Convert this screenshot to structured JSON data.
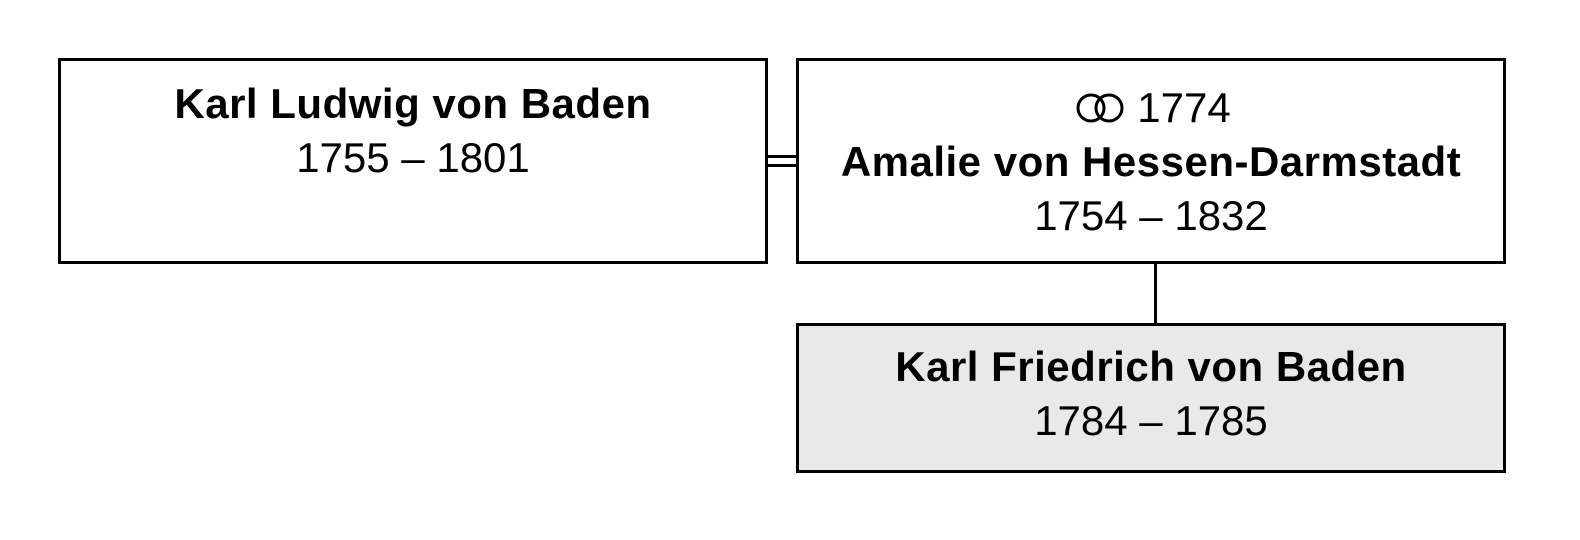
{
  "persons": {
    "father": {
      "name": "Karl Ludwig von Baden",
      "dates": "1755 – 1801"
    },
    "mother": {
      "marriage_year": "1774",
      "name": "Amalie von Hessen-Darmstadt",
      "dates": "1754 – 1832"
    },
    "child": {
      "name": "Karl Friedrich von Baden",
      "dates": "1784 – 1785"
    }
  },
  "icons": {
    "marriage": "wedding-rings-icon"
  },
  "colors": {
    "border": "#000000",
    "box_background": "#ffffff",
    "child_background": "#e9e9e9"
  }
}
